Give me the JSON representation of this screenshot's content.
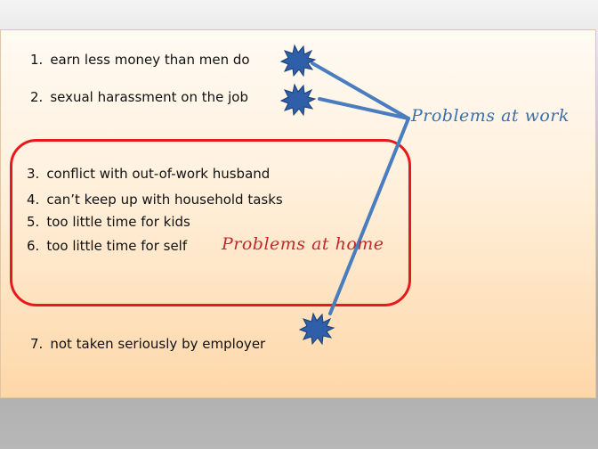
{
  "slide": {
    "items": [
      {
        "num": "1.",
        "text": "earn less money than men do"
      },
      {
        "num": "2.",
        "text": "sexual harassment on the job"
      },
      {
        "num": "3.",
        "text": "conflict with out-of-work husband"
      },
      {
        "num": "4.",
        "text": "can’t keep up with household tasks"
      },
      {
        "num": "5.",
        "text": "too little time for kids"
      },
      {
        "num": "6.",
        "text": "too little time for self"
      },
      {
        "num": "7.",
        "text": "not taken seriously by employer"
      }
    ],
    "labels": {
      "work": "Problems at work",
      "home": "Problems at home"
    }
  },
  "colors": {
    "connector": "#4a7dbf",
    "star": "#2f5fa8",
    "home_box": "#e8191c",
    "work_label": "#3a6fb0",
    "home_label": "#c2282c"
  }
}
